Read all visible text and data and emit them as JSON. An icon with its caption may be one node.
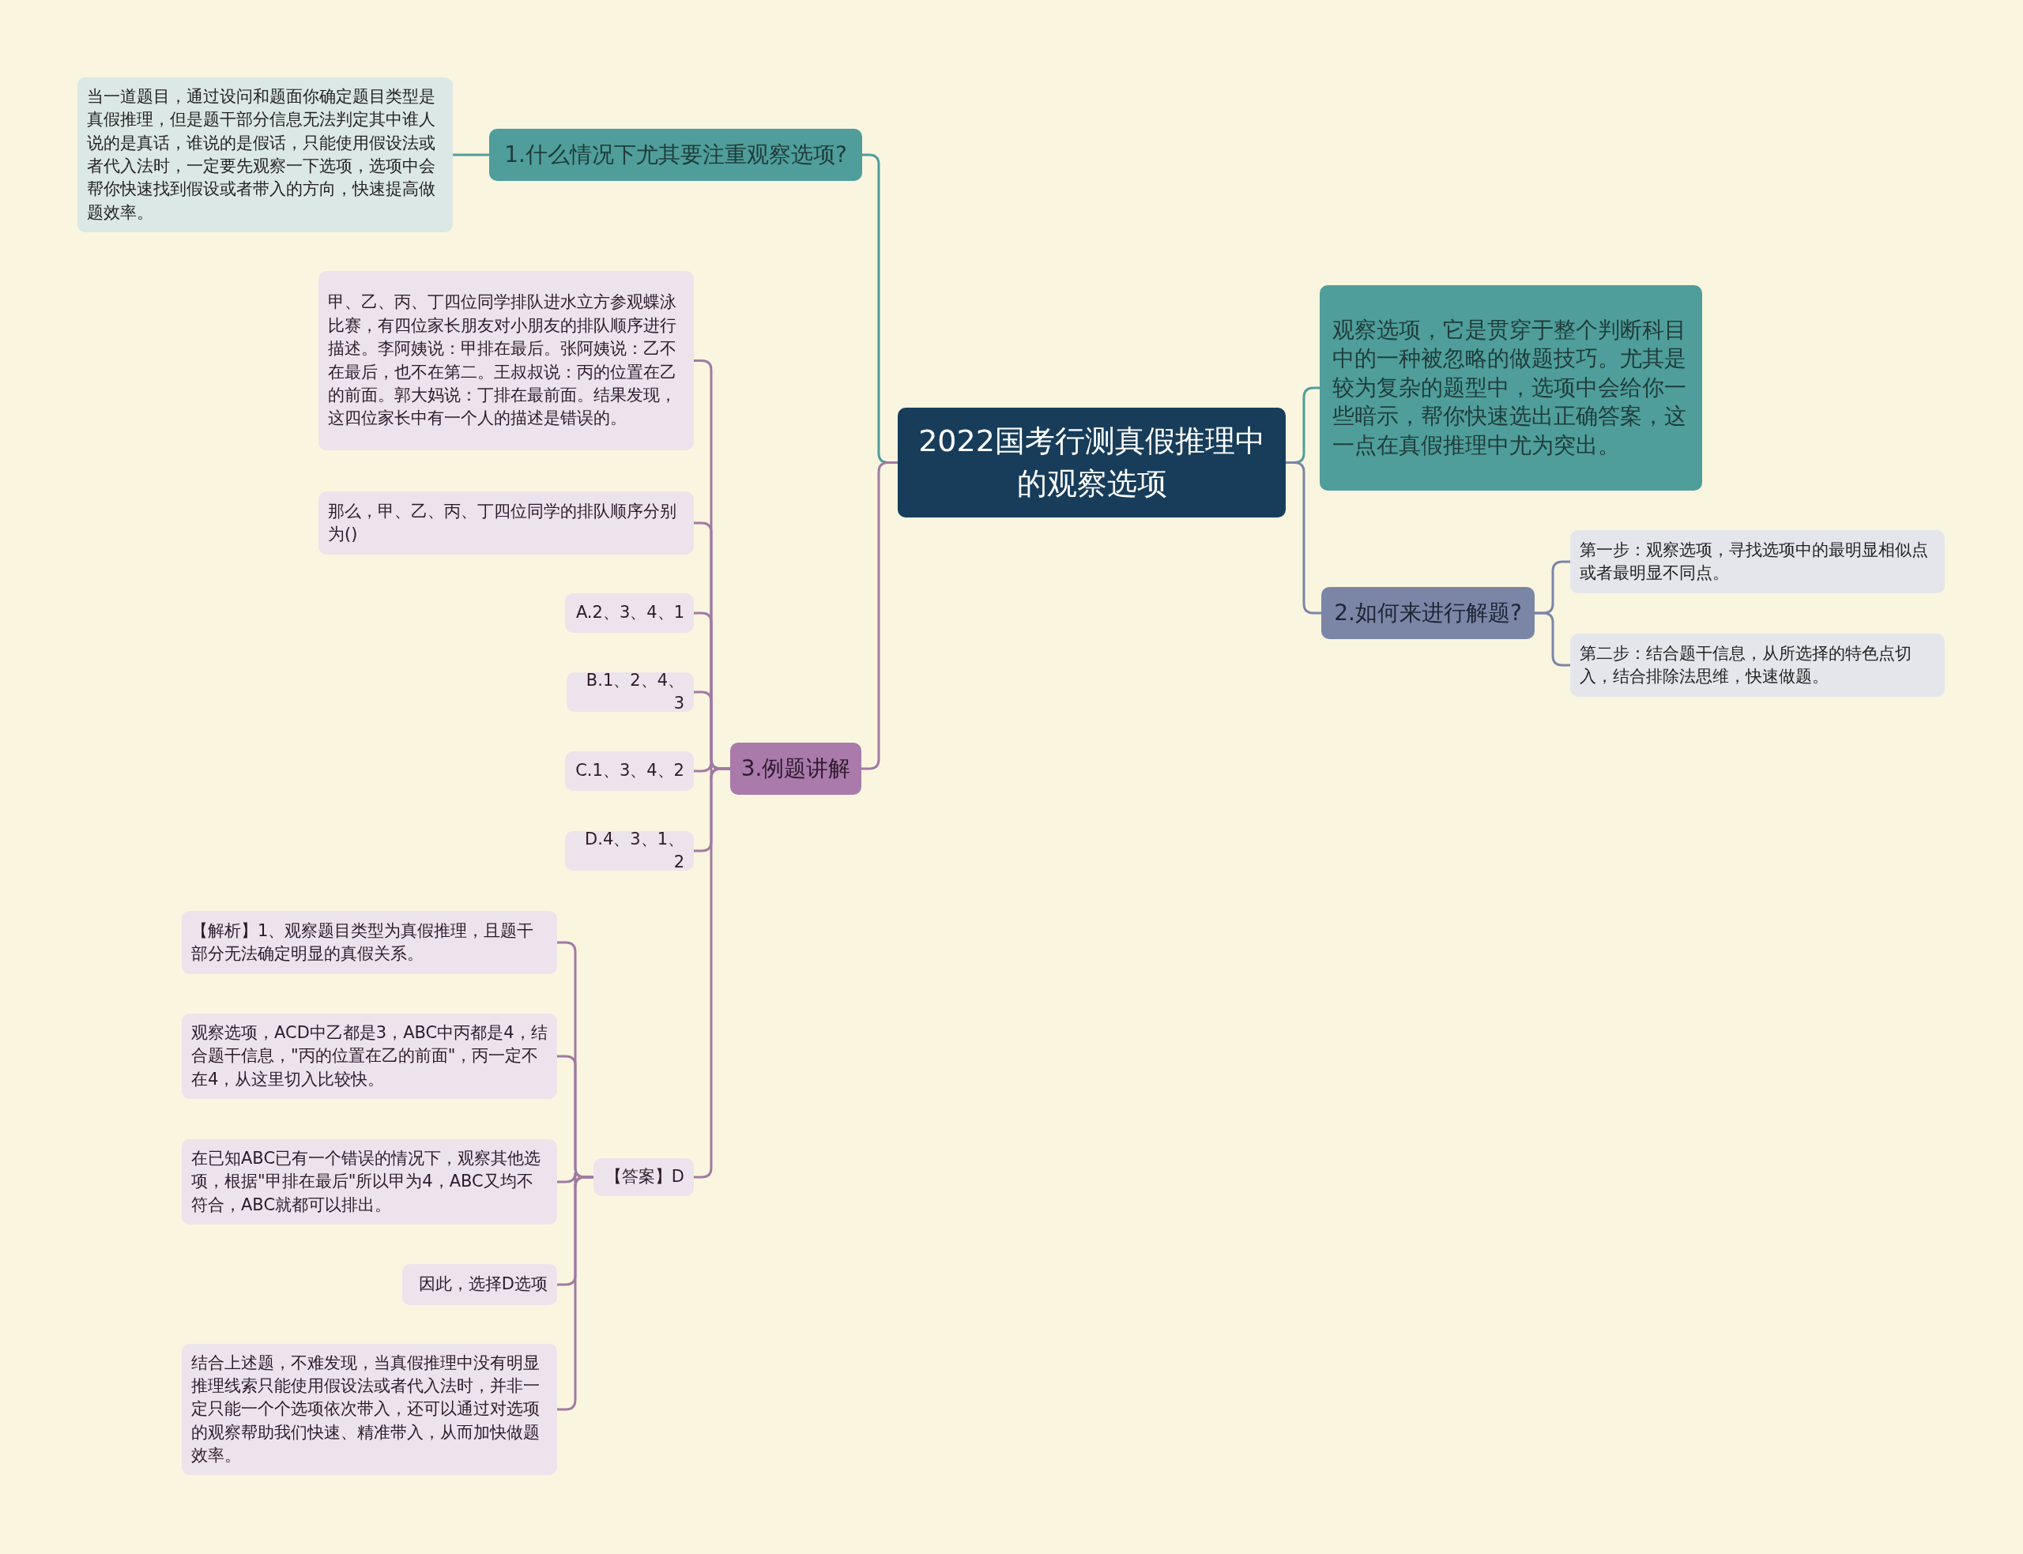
{
  "diagram": {
    "nodes": [
      {
        "text": [
          "2022国考行测真假推理中的观察选项"
        ]
      },
      {
        "text": [
          "1.什么情况下尤其要注重观察选项?"
        ]
      },
      {
        "text": [
          "当一道题目，通过设问和题面你确定题目类型是真假推理，但是题干部分信息无法判定其中谁人说的是真话，谁说的是假话，只能使用假设法或者代入法时，一定要先观察一下选项，选项中会帮你快速找到假设或者带入的方向，快速提高做题效率。"
        ]
      },
      {
        "text": [
          "观察选项，它是贯穿于整个判断科目中的一种被忽略的做题技巧。尤其是较为复杂的题型中，选项中会给你一些暗示，帮你快速选出正确答案，这一点在真假推理中尤为突出。"
        ]
      },
      {
        "text": [
          "2.如何来进行解题?"
        ]
      },
      {
        "text": [
          "第一步：观察选项，寻找选项中的最明显相似点或者最明显不同点。"
        ]
      },
      {
        "text": [
          "第二步：结合题干信息，从所选择的特色点切入，结合排除法思维，快速做题。"
        ]
      },
      {
        "text": [
          "3.例题讲解"
        ]
      },
      {
        "text": [
          "甲、乙、丙、丁四位同学排队进水立方参观蝶泳比赛，有四位家长朋友对小朋友的排队顺序进行描述。李阿姨说：甲排在最后。张阿姨说：乙不在最后，也不在第二。王叔叔说：丙的位置在乙的前面。郭大妈说：丁排在最前面。结果发现，这四位家长中有一个人的描述是错误的。"
        ]
      },
      {
        "text": [
          "那么，甲、乙、丙、丁四位同学的排队顺序分别为()"
        ]
      },
      {
        "text": [
          "A.2、3、4、1"
        ]
      },
      {
        "text": [
          "B.1、2、4、3"
        ]
      },
      {
        "text": [
          "C.1、3、4、2"
        ]
      },
      {
        "text": [
          "D.4、3、1、2"
        ]
      },
      {
        "text": [
          "【答案】D"
        ]
      },
      {
        "text": [
          "【解析】1、观察题目类型为真假推理，且题干部分无法确定明显的真假关系。"
        ]
      },
      {
        "text": [
          "观察选项，ACD中乙都是3，ABC中丙都是4，结合题干信息，\"丙的位置在乙的前面\"，丙一定不在4，从这里切入比较快。"
        ]
      },
      {
        "text": [
          "在已知ABC已有一个错误的情况下，观察其他选项，根据\"甲排在最后\"所以甲为4，ABC又均不符合，ABC就都可以排出。"
        ]
      },
      {
        "text": [
          "因此，选择D选项"
        ]
      },
      {
        "text": [
          "结合上述题，不难发现，当真假推理中没有明显推理线索只能使用假设法或者代入法时，并非一定只能一个个选项依次带入，还可以通过对选项的观察帮助我们快速、精准带入，从而加快做题效率。"
        ]
      }
    ],
    "edges": [
      {
        "from": 0,
        "to": 1,
        "arrow": "none",
        "color": "#4f9e9b"
      },
      {
        "from": 1,
        "to": 2,
        "arrow": "none",
        "color": "#4f9e9b"
      },
      {
        "from": 0,
        "to": 3,
        "arrow": "none",
        "color": "#4f9e9b"
      },
      {
        "from": 0,
        "to": 4,
        "arrow": "none",
        "color": "#7b86a7"
      },
      {
        "from": 4,
        "to": 5,
        "arrow": "none",
        "color": "#7b86a7"
      },
      {
        "from": 4,
        "to": 6,
        "arrow": "none",
        "color": "#7b86a7"
      },
      {
        "from": 0,
        "to": 7,
        "arrow": "none"
      },
      {
        "from": 7,
        "to": 8,
        "arrow": "none"
      },
      {
        "from": 7,
        "to": 9,
        "arrow": "none"
      },
      {
        "from": 7,
        "to": 10,
        "arrow": "none"
      },
      {
        "from": 7,
        "to": 11,
        "arrow": "none"
      },
      {
        "from": 7,
        "to": 12,
        "arrow": "none"
      },
      {
        "from": 7,
        "to": 13,
        "arrow": "none"
      },
      {
        "from": 7,
        "to": 14,
        "arrow": "none"
      },
      {
        "from": 14,
        "to": 15,
        "arrow": "none"
      },
      {
        "from": 14,
        "to": 16,
        "arrow": "none"
      },
      {
        "from": 14,
        "to": 17,
        "arrow": "none"
      },
      {
        "from": 14,
        "to": 18,
        "arrow": "none"
      },
      {
        "from": 14,
        "to": 19,
        "arrow": "none"
      }
    ]
  }
}
